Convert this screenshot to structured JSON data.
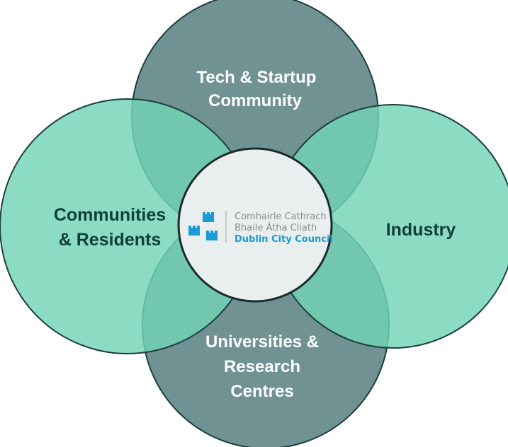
{
  "diagram": {
    "top": {
      "line1": "Tech & Startup",
      "line2": "Community"
    },
    "left": {
      "line1": "Communities",
      "line2": "& Residents"
    },
    "right": {
      "line1": "Industry"
    },
    "bottom": {
      "line1": "Universities &",
      "line2": "Research",
      "line3": "Centres"
    }
  },
  "logo": {
    "line1": "Comhairle Cathrach",
    "line2": "Bhaile Átha Cliath",
    "line3": "Dublin City Council"
  },
  "colors": {
    "grey_circle": "#577f80",
    "teal_circle": "#72d4b4",
    "outline": "#1b3f40",
    "logo_blue": "#1a9ad6",
    "logo_grey": "#8c8c8c",
    "center_fill": "#e9efee"
  }
}
